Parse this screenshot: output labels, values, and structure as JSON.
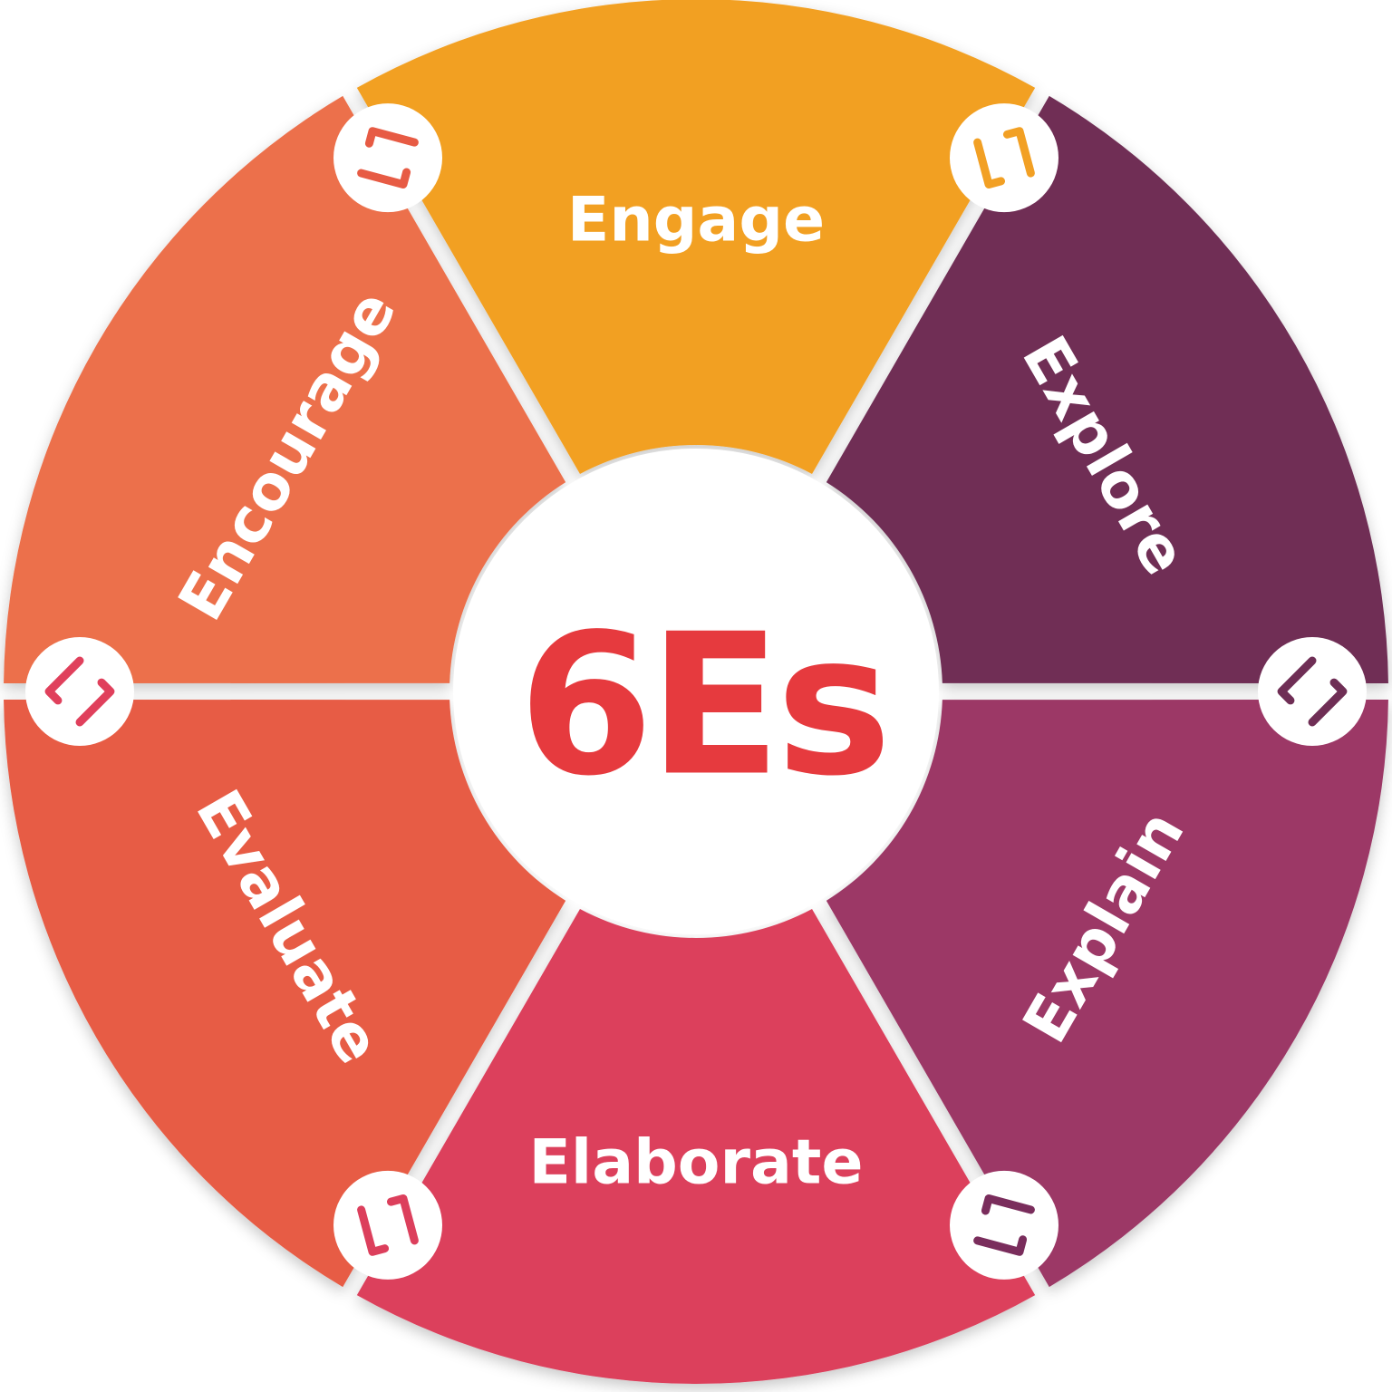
{
  "center": {
    "title": "6Es",
    "color": "#e63a3e"
  },
  "segments": [
    {
      "label": "Engage",
      "color": "#f2a024"
    },
    {
      "label": "Explore",
      "color": "#6f2e55"
    },
    {
      "label": "Explain",
      "color": "#9c3866"
    },
    {
      "label": "Elaborate",
      "color": "#dc3f5c"
    },
    {
      "label": "Evaluate",
      "color": "#e75b44"
    },
    {
      "label": "Encourage",
      "color": "#ec6f4c"
    }
  ],
  "connectors": [
    {
      "icon": "diamond-arrow-icon",
      "color": "#f2a024"
    },
    {
      "icon": "diamond-arrow-icon",
      "color": "#6f2e55"
    },
    {
      "icon": "diamond-arrow-icon",
      "color": "#7a2d5c"
    },
    {
      "icon": "diamond-arrow-icon",
      "color": "#dc3f5c"
    },
    {
      "icon": "diamond-arrow-icon",
      "color": "#e0405c"
    },
    {
      "icon": "diamond-arrow-icon",
      "color": "#e75b44"
    }
  ],
  "background_color": "#ffffff"
}
